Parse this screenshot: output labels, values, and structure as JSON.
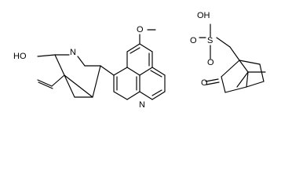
{
  "molecule_left": {
    "labels": {
      "hydroxyl": "HO",
      "bridge_nitrogen": "N",
      "methoxy_oxygen": "O",
      "ring_nitrogen": "N"
    }
  },
  "molecule_right": {
    "labels": {
      "sulfonic_oh": "OH",
      "sulfur": "S",
      "sulfonyl_oxygen_top": "O",
      "sulfonyl_oxygen_bottom": "O",
      "ketone_oxygen": "O"
    }
  },
  "colors": {
    "bond": "#000000",
    "background": "#ffffff",
    "text": "#000000"
  }
}
